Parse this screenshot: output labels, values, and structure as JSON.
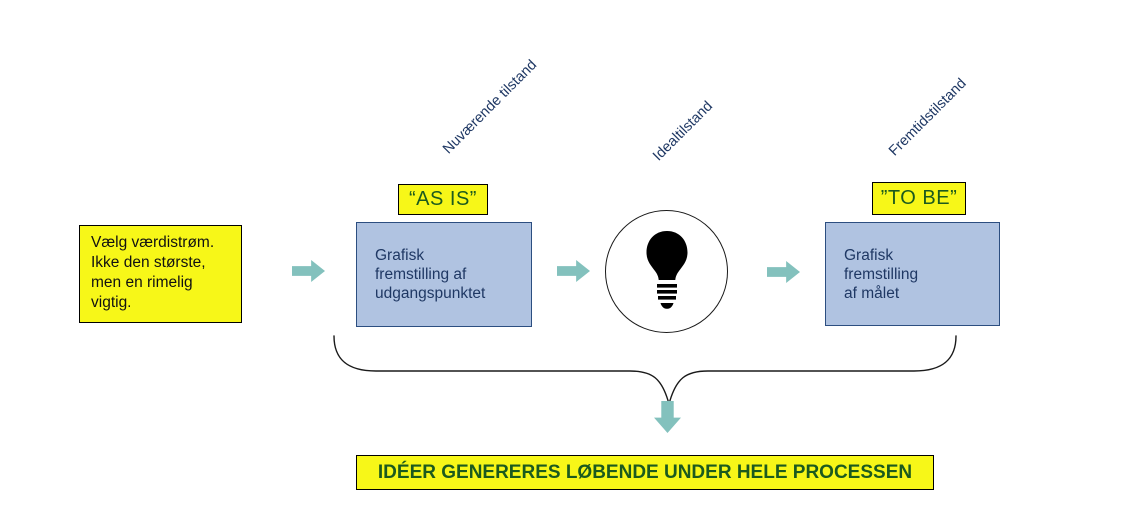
{
  "colors": {
    "yellow": "#F7F718",
    "teal": "#83C1BD",
    "blue_fill": "#B0C3E1",
    "blue_border": "#2C4E80",
    "navy_text": "#1F3864",
    "green_text": "#1B5A1E"
  },
  "left_note": {
    "text": "Vælg værdistrøm.\nIkke den største,\nmen en rimelig\nvigtig."
  },
  "flow": {
    "as_is_label": "“AS IS”",
    "to_be_label": "”TO BE”",
    "current_box_text": "Grafisk\nfremstilling af\nudgangspunktet",
    "future_box_text": "Grafisk\nfremstilling\naf målet"
  },
  "rotated_labels": {
    "current": "Nuværende tilstand",
    "ideal": "Idealtilstand",
    "future": "Fremtidstilstand"
  },
  "icons": {
    "lightbulb": "lightbulb-icon",
    "right_arrow": "right-arrow-icon",
    "down_arrow": "down-arrow-icon",
    "brace": "curly-brace"
  },
  "banner": {
    "text": "IDÉER GENERERES LØBENDE UNDER HELE PROCESSEN"
  }
}
